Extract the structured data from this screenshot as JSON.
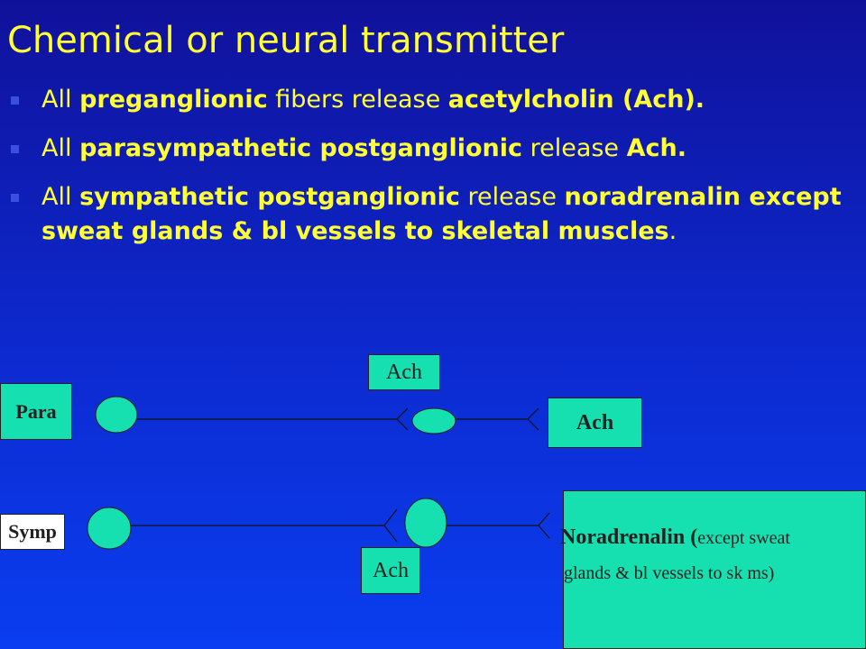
{
  "title": "Chemical or neural transmitter",
  "bullets": [
    {
      "parts": [
        {
          "text": "All ",
          "bold": false
        },
        {
          "text": "preganglionic",
          "bold": true
        },
        {
          "text": " fibers release ",
          "bold": false
        },
        {
          "text": "acetylcholin (Ach).",
          "bold": true
        }
      ]
    },
    {
      "parts": [
        {
          "text": "All ",
          "bold": false
        },
        {
          "text": "parasympathetic postganglionic",
          "bold": true
        },
        {
          "text": " release ",
          "bold": false
        },
        {
          "text": "Ach.",
          "bold": true
        }
      ]
    },
    {
      "parts": [
        {
          "text": "All ",
          "bold": false
        },
        {
          "text": "sympathetic postganglionic",
          "bold": true
        },
        {
          "text": " release ",
          "bold": false
        },
        {
          "text": "noradrenalin except sweat glands & bl vessels to skeletal muscles",
          "bold": true
        },
        {
          "text": ".",
          "bold": false
        }
      ]
    }
  ],
  "diagram": {
    "para_label": "Para",
    "symp_label": "Symp",
    "ach_top": "Ach",
    "ach_right": "Ach",
    "ach_bottom": "Ach",
    "noradrenalin_main": "Noradrenalin (",
    "noradrenalin_small": "except sweat",
    "noradrenalin_line2": "glands & bl vessels to sk ms)"
  },
  "colors": {
    "text_yellow": "#ffff33",
    "node_fill": "#16e0b0"
  }
}
